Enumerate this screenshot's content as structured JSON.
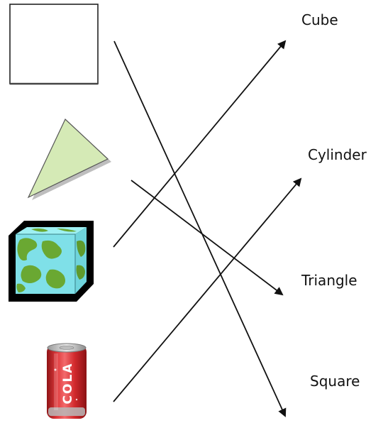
{
  "labels": {
    "cube": "Cube",
    "cylinder": "Cylinder",
    "triangle": "Triangle",
    "square": "Square"
  },
  "pictures": {
    "square": "square-outline",
    "triangle": "green-triangle",
    "cube": "globe-pattern-cube",
    "can": "cola-can",
    "can_text": "COLA"
  },
  "matches": [
    {
      "from": "square",
      "to": "square"
    },
    {
      "from": "triangle",
      "to": "triangle"
    },
    {
      "from": "cube",
      "to": "cube"
    },
    {
      "from": "can",
      "to": "cylinder"
    }
  ],
  "colors": {
    "triangle_fill": "#d5eab6",
    "cube_face": "#7fe0e8",
    "cube_land": "#6aa832",
    "can_red": "#d9262a",
    "line": "#111111"
  }
}
